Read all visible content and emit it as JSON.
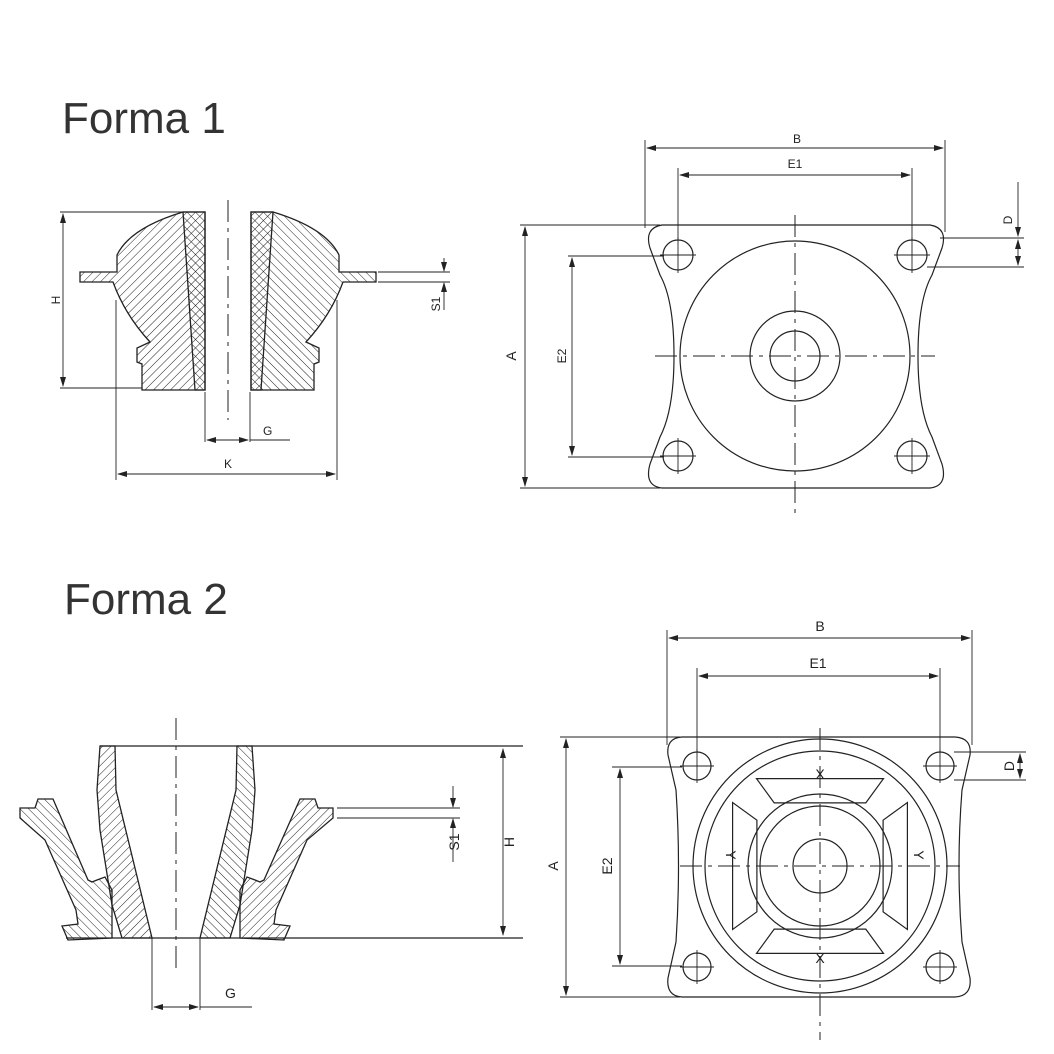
{
  "forma1": {
    "title": "Forma 1",
    "side": {
      "H": "H",
      "S1": "S1",
      "G": "G",
      "K": "K"
    },
    "top": {
      "B": "B",
      "E1": "E1",
      "D": "D",
      "A": "A",
      "E2": "E2"
    }
  },
  "forma2": {
    "title": "Forma 2",
    "side": {
      "S1": "S1",
      "H": "H",
      "G": "G"
    },
    "top": {
      "B": "B",
      "E1": "E1",
      "D": "D",
      "A": "A",
      "E2": "E2",
      "X": "X",
      "Y": "Y"
    }
  }
}
